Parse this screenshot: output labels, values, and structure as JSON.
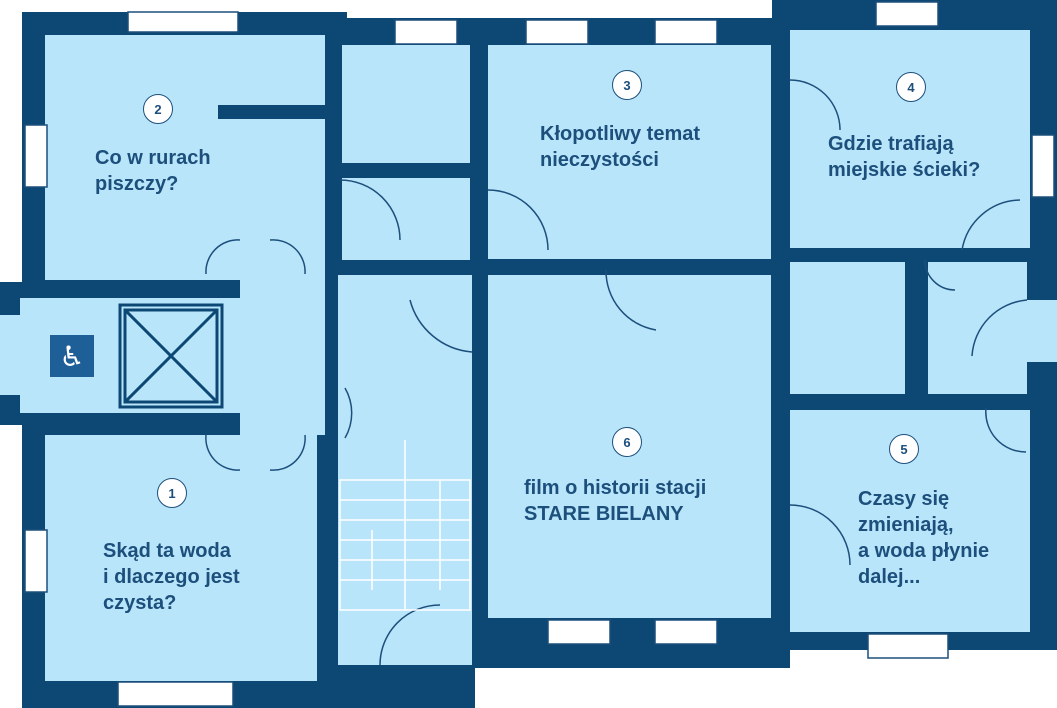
{
  "colors": {
    "wall": "#0d4874",
    "floor": "#b9e5fa",
    "lineWork": "#1c4f7c",
    "window": "#ffffff",
    "accessibility": "#1f5f98"
  },
  "rooms": [
    {
      "number": "1",
      "title": "Skąd ta woda\ni dlaczego jest\nczysta?"
    },
    {
      "number": "2",
      "title": "Co w rurach\npiszczy?"
    },
    {
      "number": "3",
      "title": "Kłopotliwy temat\nnieczystości"
    },
    {
      "number": "4",
      "title": "Gdzie trafiają\nmiejskie ścieki?"
    },
    {
      "number": "5",
      "title": "Czasy się\nzmieniają,\na woda płynie\ndalej..."
    },
    {
      "number": "6",
      "title": "film o historii stacji\nSTARE BIELANY"
    }
  ],
  "icons": {
    "accessibility": "wheelchair-icon",
    "elevator": "elevator-shaft"
  }
}
